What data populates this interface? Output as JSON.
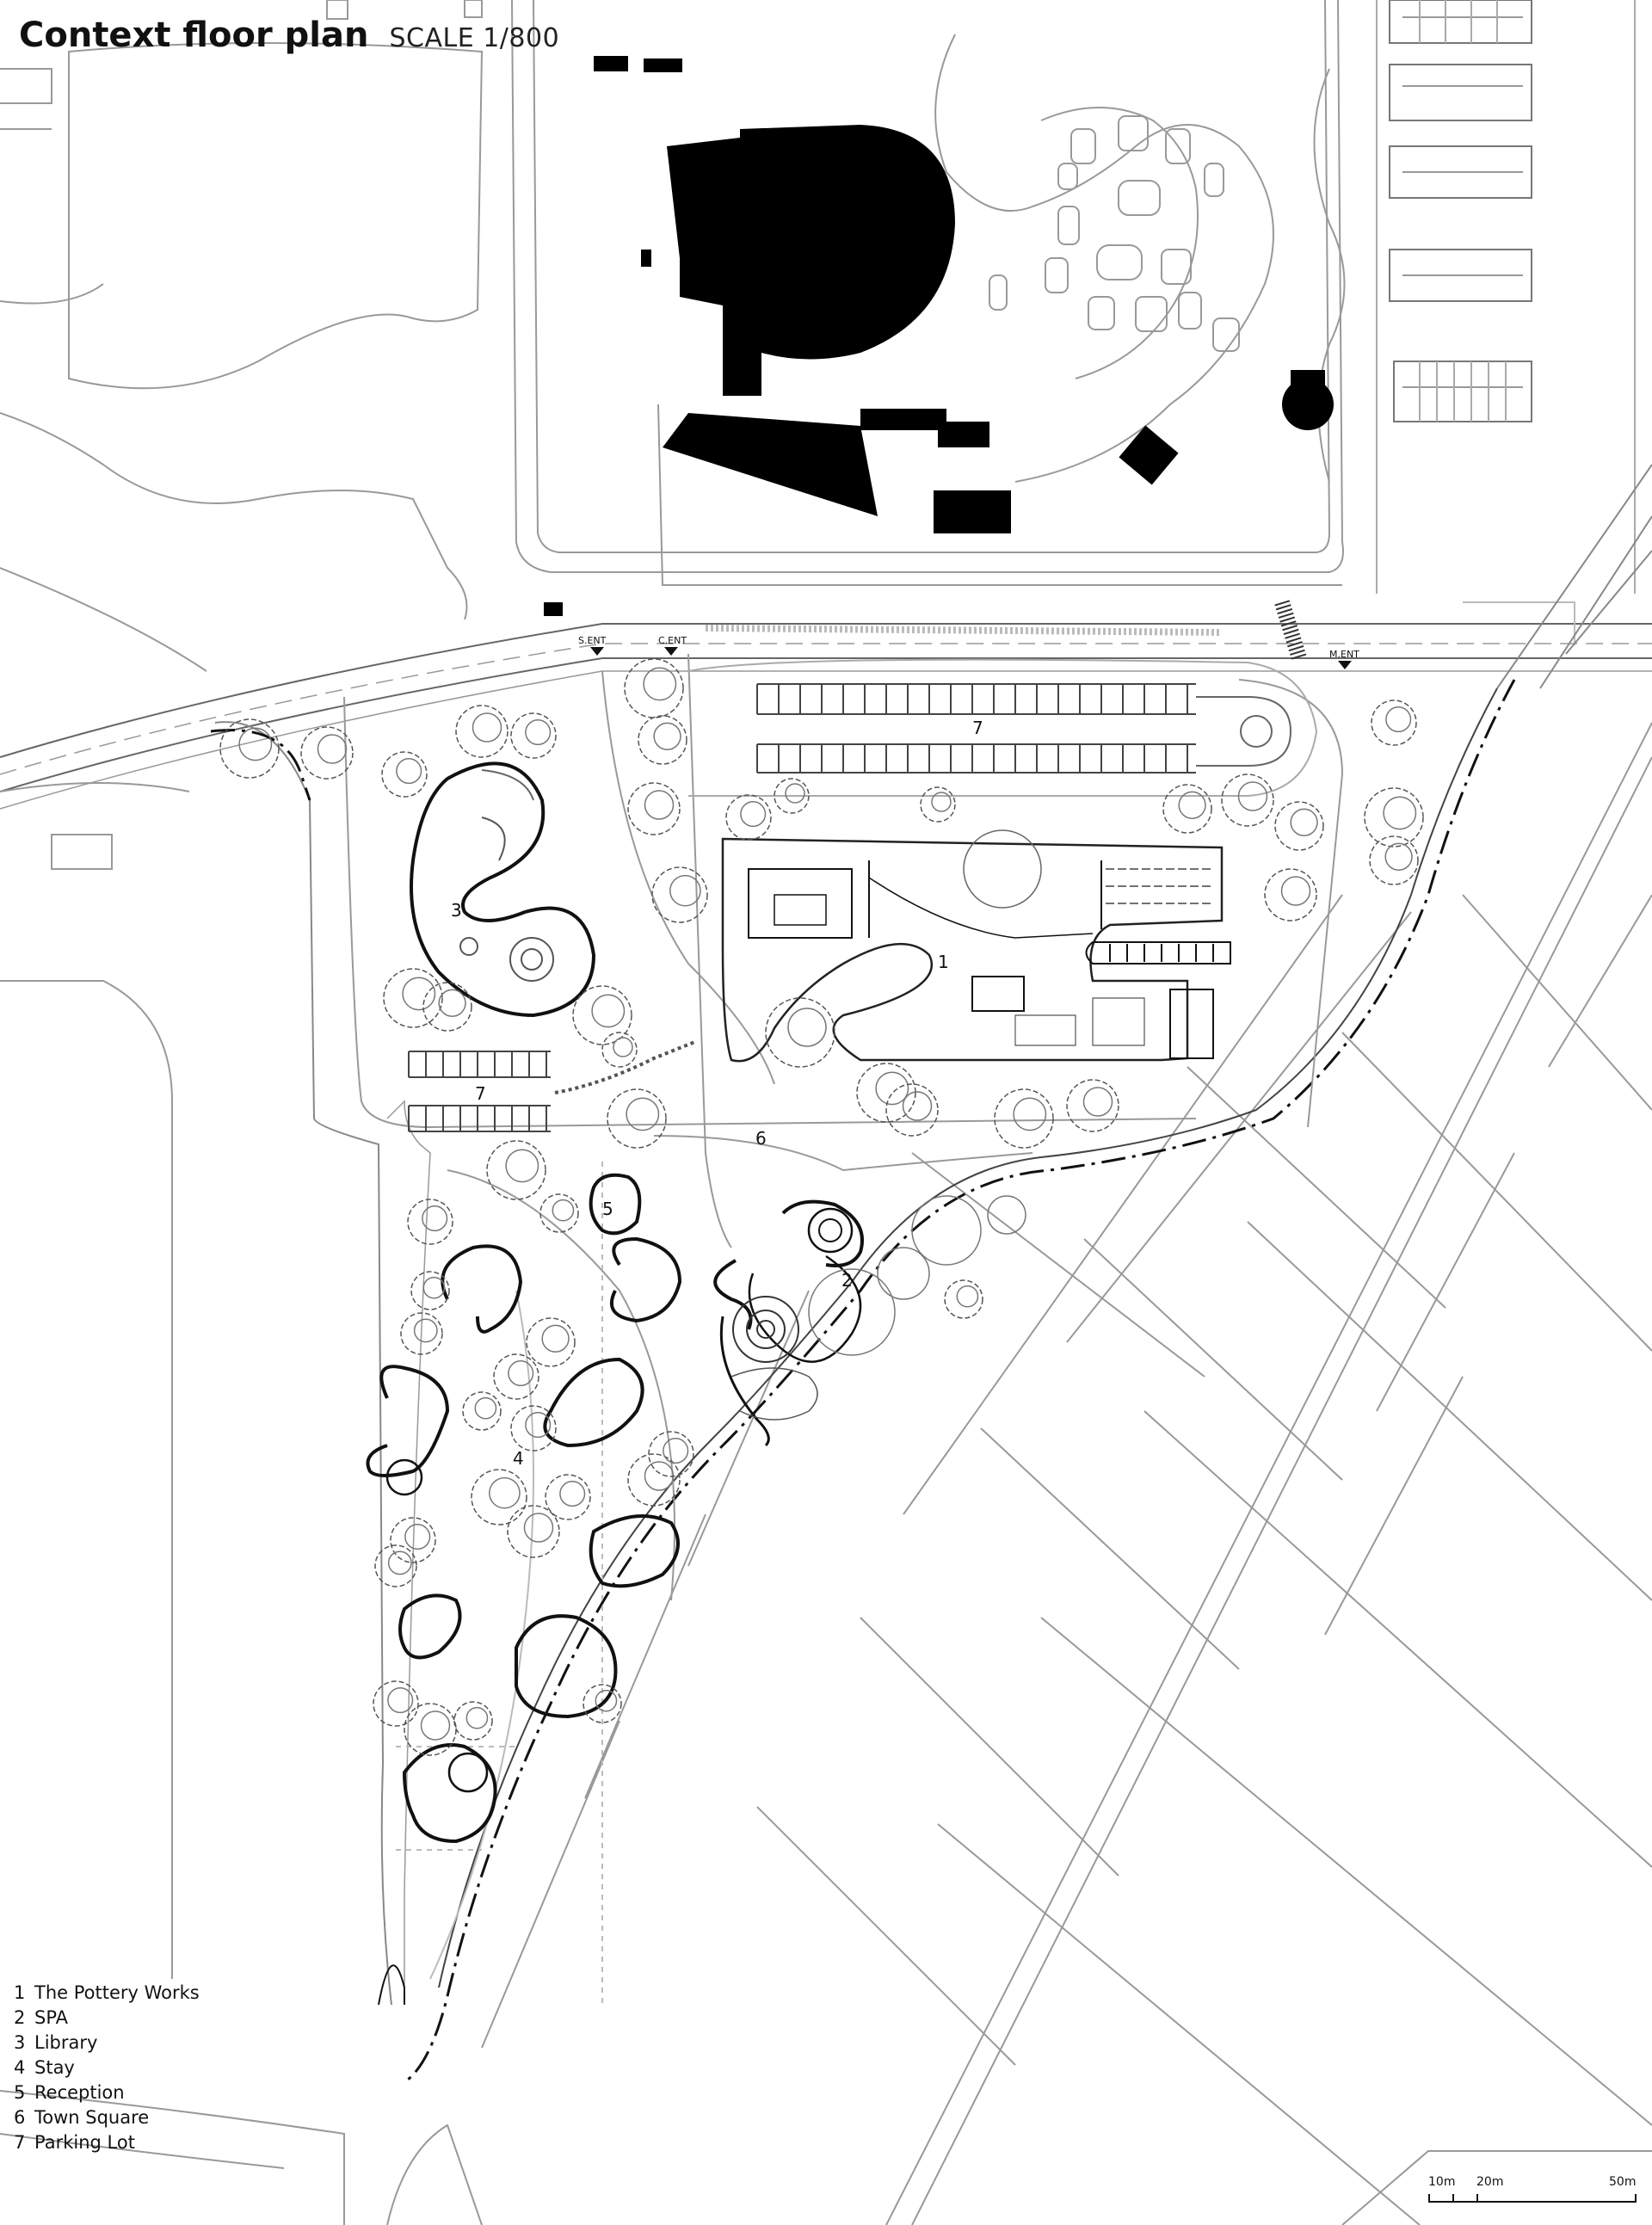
{
  "header": {
    "title": "Context floor plan",
    "scale": "SCALE 1/800"
  },
  "entrances": {
    "s": "S.ENT",
    "c": "C.ENT",
    "m": "M.ENT"
  },
  "zone_labels": {
    "pottery": "1",
    "spa": "2",
    "library": "3",
    "stay": "4",
    "reception": "5",
    "town_square": "6",
    "parking_north": "7",
    "parking_west": "7"
  },
  "legend": [
    {
      "num": "1",
      "label": "The Pottery Works"
    },
    {
      "num": "2",
      "label": "SPA"
    },
    {
      "num": "3",
      "label": "Library"
    },
    {
      "num": "4",
      "label": "Stay"
    },
    {
      "num": "5",
      "label": "Reception"
    },
    {
      "num": "6",
      "label": "Town Square"
    },
    {
      "num": "7",
      "label": "Parking Lot"
    }
  ],
  "scalebar": {
    "a": "10m",
    "b": "20m",
    "c": "50m"
  },
  "colors": {
    "ink": "#111111",
    "line": "#888888",
    "fill": "#000000",
    "tree": "#555555"
  }
}
